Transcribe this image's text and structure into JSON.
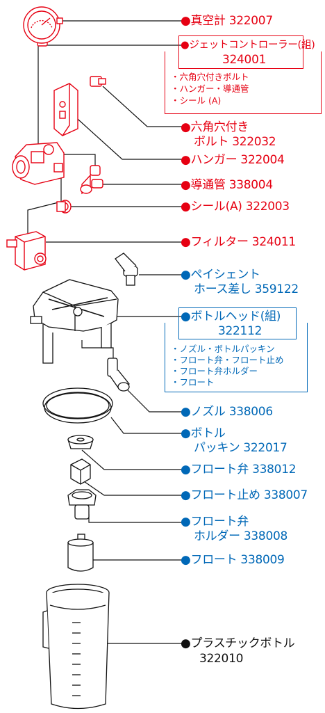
{
  "colors": {
    "red": "#e60012",
    "blue": "#0068b7",
    "black": "#111111"
  },
  "parts": {
    "vacuum_gauge": "●真空計 322007",
    "jet_controller": {
      "name": "●ジェットコントローラー(組)",
      "code": "324001"
    },
    "jet_controller_kit": [
      "・六角穴付きボルト",
      "・ハンガー・導通管",
      "・シール (A)"
    ],
    "hex_bolt": {
      "line1": "●六角穴付き",
      "line2": "ボルト 322032"
    },
    "hanger": "●ハンガー 322004",
    "conduit_pipe": "●導通管 338004",
    "seal_a": "●シール(A) 322003",
    "filter": "●フィルター 324011",
    "patient_hose": {
      "line1": "●ペイシェント",
      "line2": "ホース差し 359122"
    },
    "bottle_head": {
      "name": "●ボトルヘッド(組)",
      "code": "322112"
    },
    "bottle_head_kit": [
      "・ノズル・ボトルパッキン",
      "・フロート弁・フロート止め",
      "・フロート弁ホルダー",
      "・フロート"
    ],
    "nozzle": "●ノズル 338006",
    "bottle_packing": {
      "line1": "●ボトル",
      "line2": "パッキン 322017"
    },
    "float_valve": "●フロート弁 338012",
    "float_stopper": "●フロート止め 338007",
    "float_valve_holder": {
      "line1": "●フロート弁",
      "line2": "ホルダー 338008"
    },
    "float": "●フロート 338009",
    "plastic_bottle": {
      "line1": "●プラスチックボトル",
      "line2": "322010"
    }
  }
}
